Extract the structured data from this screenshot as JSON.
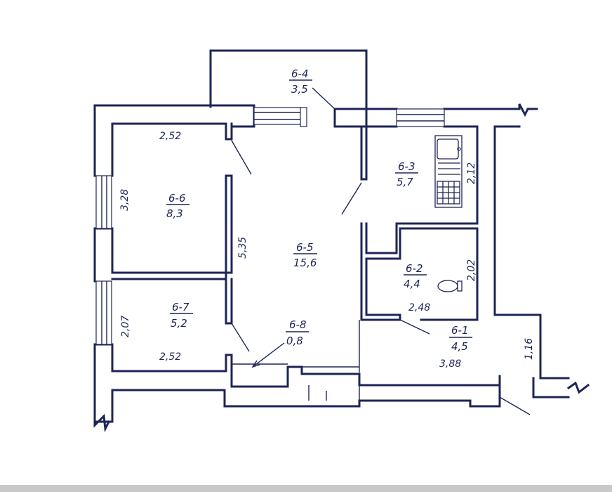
{
  "rooms": [
    {
      "id": "6-4",
      "area": "3,5"
    },
    {
      "id": "6-6",
      "area": "8,3"
    },
    {
      "id": "6-3",
      "area": "5,7"
    },
    {
      "id": "6-5",
      "area": "15,6"
    },
    {
      "id": "6-2",
      "area": "4,4"
    },
    {
      "id": "6-7",
      "area": "5,2"
    },
    {
      "id": "6-8",
      "area": "0,8"
    },
    {
      "id": "6-1",
      "area": "4,5"
    }
  ],
  "dimensions": {
    "room66_width": "2,52",
    "room66_height": "3,28",
    "corridor_length": "5,35",
    "kitchen_depth": "2,12",
    "bath_height": "2,02",
    "bath_width": "2,48",
    "room67_height": "2,07",
    "room67_width": "2,52",
    "hall_length": "3,88",
    "hall_depth": "1,16"
  },
  "colors": {
    "ink": "#1d2556",
    "background": "#ffffff"
  }
}
